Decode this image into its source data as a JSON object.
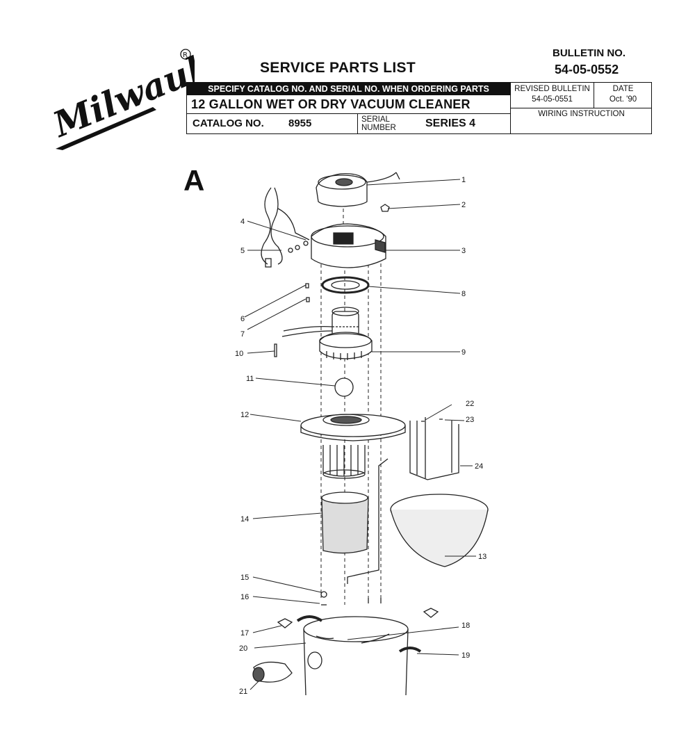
{
  "brand": "Milwaukee",
  "title": "SERVICE PARTS LIST",
  "bulletin": {
    "label": "BULLETIN NO.",
    "number": "54-05-0552"
  },
  "header": {
    "specify": "SPECIFY CATALOG NO. AND SERIAL NO. WHEN ORDERING PARTS",
    "product": "12 GALLON WET OR DRY VACUUM CLEANER",
    "catalog_label": "CATALOG NO.",
    "catalog_number": "8955",
    "serial_label_1": "SERIAL",
    "serial_label_2": "NUMBER",
    "serial_value": "SERIES 4",
    "revised_label": "REVISED BULLETIN",
    "revised_value": "54-05-0551",
    "date_label": "DATE",
    "date_value": "Oct. '90",
    "wiring": "WIRING INSTRUCTION"
  },
  "view_letter": "A",
  "callouts": [
    "1",
    "2",
    "3",
    "4",
    "5",
    "6",
    "7",
    "8",
    "9",
    "10",
    "11",
    "12",
    "13",
    "14",
    "15",
    "16",
    "17",
    "18",
    "19",
    "20",
    "21",
    "22",
    "23",
    "24"
  ]
}
